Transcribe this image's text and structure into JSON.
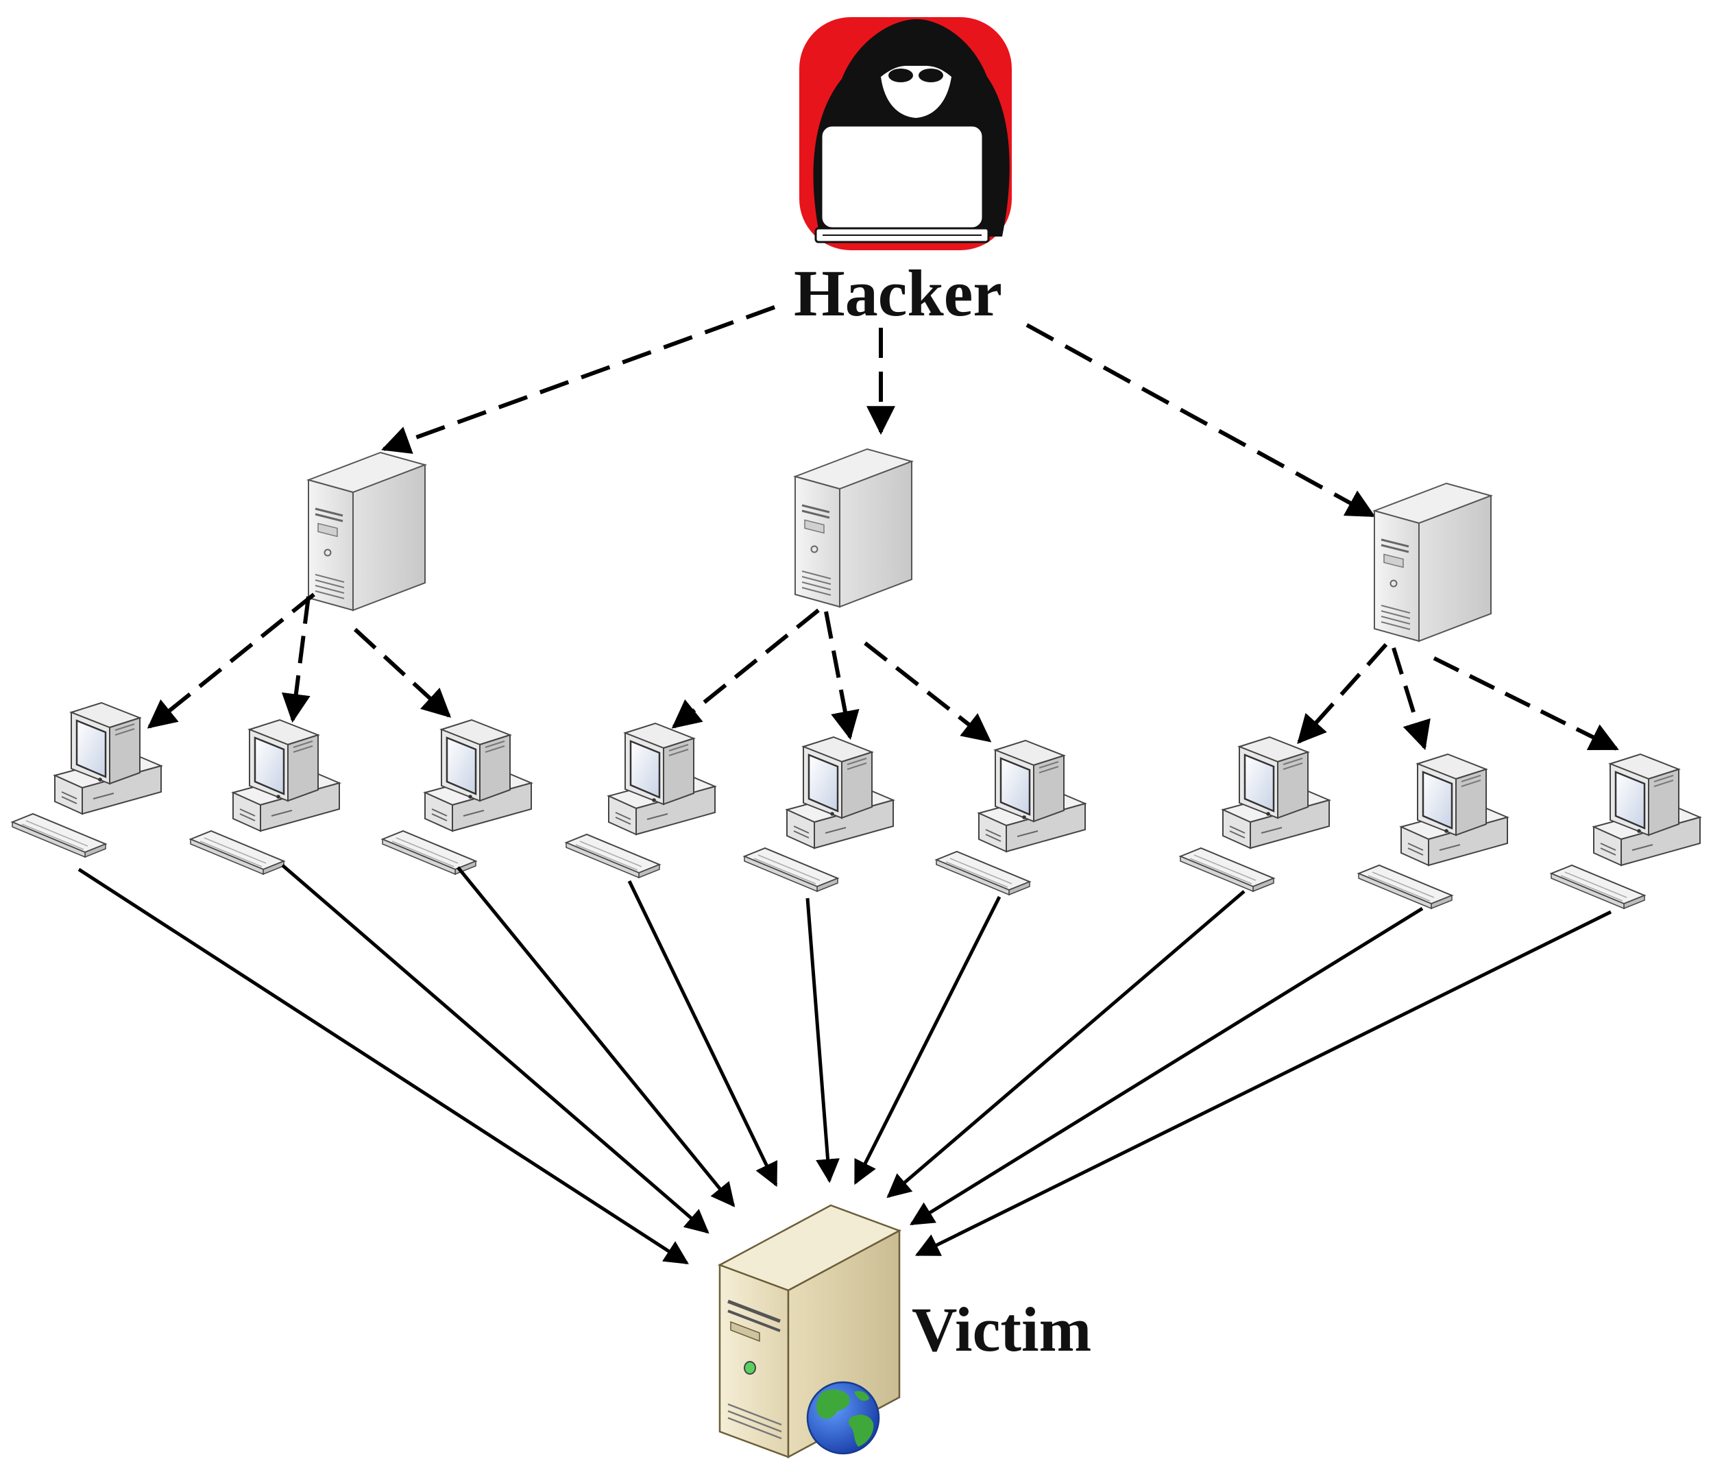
{
  "labels": {
    "hacker": "Hacker",
    "victim": "Victim"
  },
  "colors": {
    "hacker_background": "#e8141b",
    "hood": "#111111",
    "line": "#000000",
    "server_body": "#ebebeb",
    "victim_body": "#ece3c6",
    "globe_ocean": "#1f5fd6",
    "globe_land": "#3fa83a"
  },
  "nodes": {
    "hacker": {
      "icon": "hacker-with-laptop-icon"
    },
    "handlers": [
      {
        "id": "handler-1",
        "icon": "server-tower-icon"
      },
      {
        "id": "handler-2",
        "icon": "server-tower-icon"
      },
      {
        "id": "handler-3",
        "icon": "server-tower-icon"
      }
    ],
    "agents": [
      {
        "id": "agent-1",
        "icon": "desktop-computer-icon",
        "handler": "handler-1"
      },
      {
        "id": "agent-2",
        "icon": "desktop-computer-icon",
        "handler": "handler-1"
      },
      {
        "id": "agent-3",
        "icon": "desktop-computer-icon",
        "handler": "handler-1"
      },
      {
        "id": "agent-4",
        "icon": "desktop-computer-icon",
        "handler": "handler-2"
      },
      {
        "id": "agent-5",
        "icon": "desktop-computer-icon",
        "handler": "handler-2"
      },
      {
        "id": "agent-6",
        "icon": "desktop-computer-icon",
        "handler": "handler-2"
      },
      {
        "id": "agent-7",
        "icon": "desktop-computer-icon",
        "handler": "handler-3"
      },
      {
        "id": "agent-8",
        "icon": "desktop-computer-icon",
        "handler": "handler-3"
      },
      {
        "id": "agent-9",
        "icon": "desktop-computer-icon",
        "handler": "handler-3"
      }
    ],
    "victim": {
      "icon": "web-server-with-globe-icon"
    }
  },
  "edges": {
    "control": "dashed",
    "attack": "solid"
  }
}
